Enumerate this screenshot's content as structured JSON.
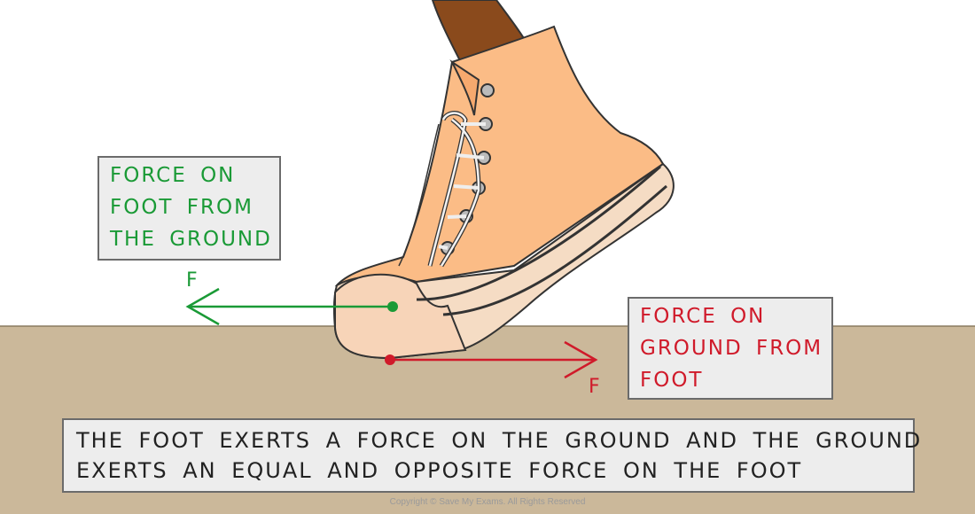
{
  "labels": {
    "foot_force": [
      "FORCE ON",
      "FOOT FROM",
      "THE GROUND"
    ],
    "ground_force": [
      "FORCE ON",
      "GROUND FROM",
      "FOOT"
    ],
    "caption": [
      "THE FOOT EXERTS A FORCE ON THE GROUND AND THE GROUND",
      "EXERTS AN EQUAL AND OPPOSITE FORCE ON THE FOOT"
    ],
    "force_symbol_foot": "F",
    "force_symbol_ground": "F"
  },
  "copyright": "Copyright © Save My Exams. All Rights Reserved",
  "colors": {
    "ground": "#cbb89a",
    "shoe": "#fbbc86",
    "sole": "#f5dcc4",
    "leg": "#8a4a1c",
    "foot_force": "#1a9a36",
    "ground_force": "#d01a2a"
  },
  "icons": {
    "shoe": "sneaker-illustration",
    "leg": "leg-illustration"
  }
}
